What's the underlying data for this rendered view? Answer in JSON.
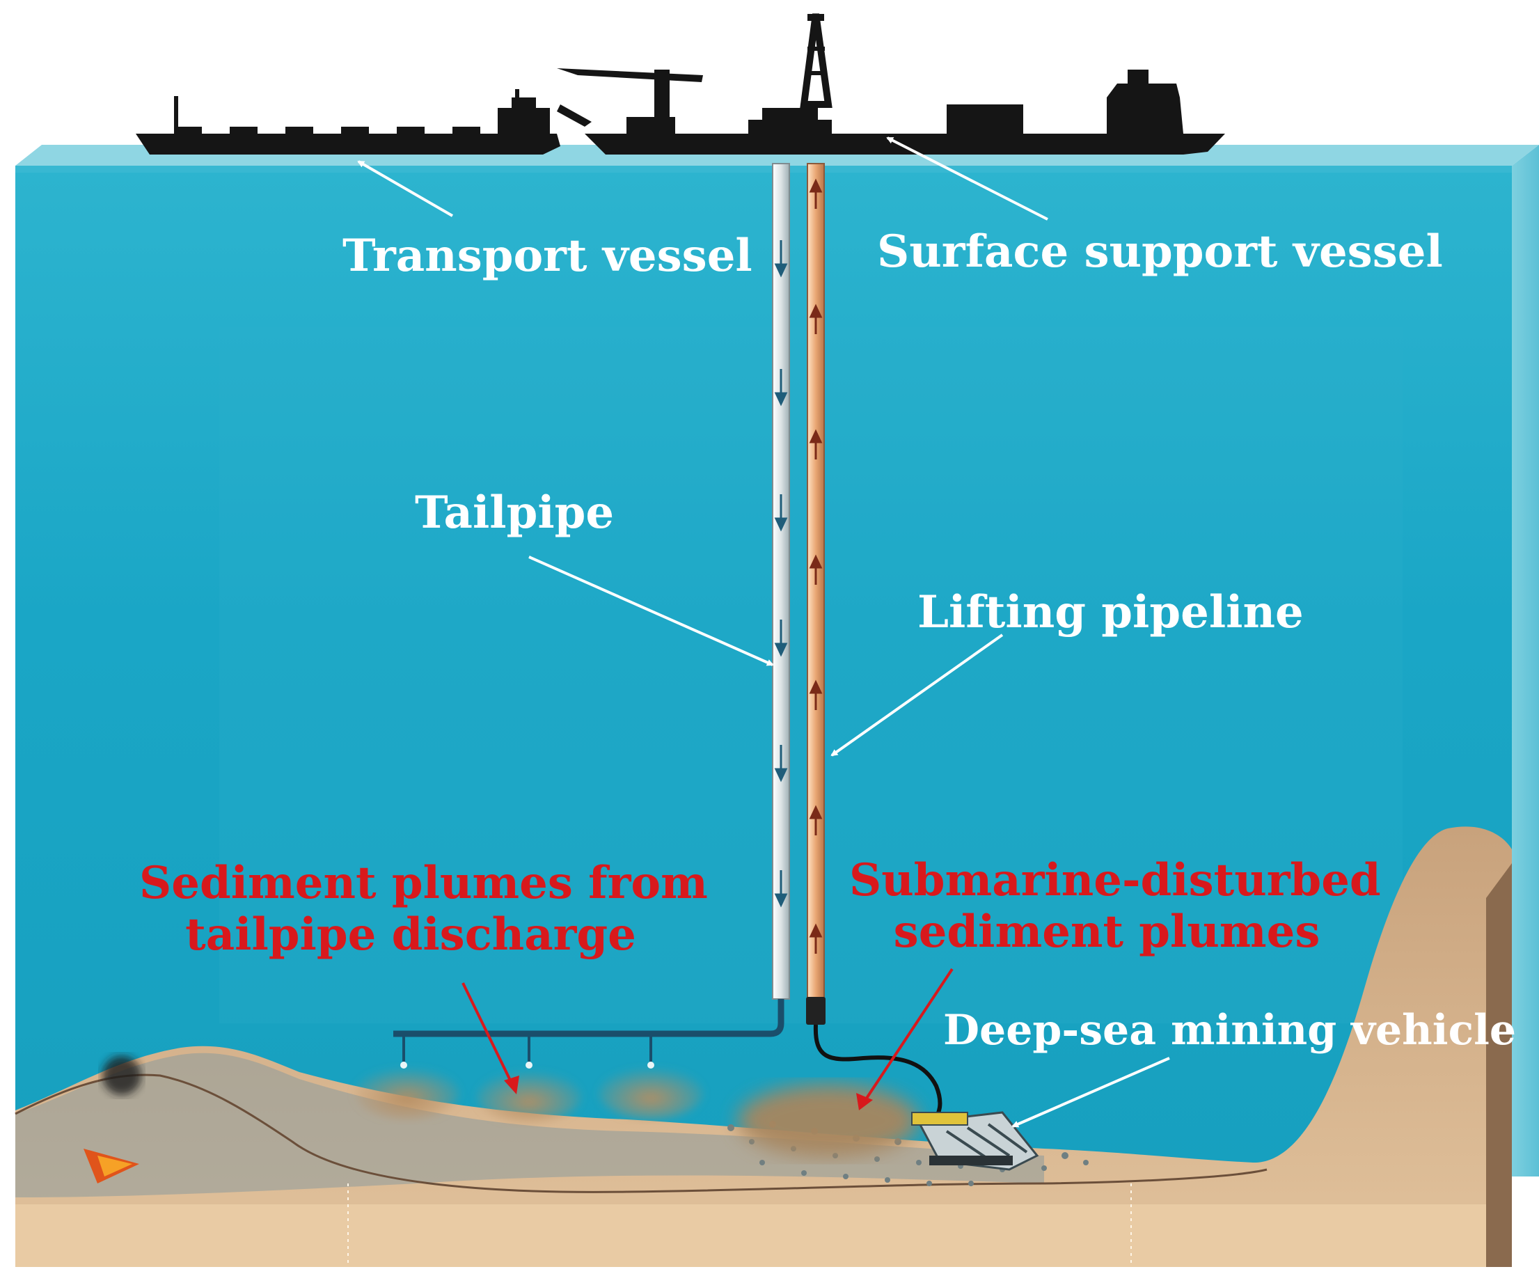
{
  "labels": {
    "transport_vessel": "Transport vessel",
    "surface_support_vessel": "Surface support vessel",
    "tailpipe": "Tailpipe",
    "lifting_pipeline": "Lifting pipeline",
    "plumes_tailpipe_line1": "Sediment plumes from",
    "plumes_tailpipe_line2": "tailpipe discharge",
    "plumes_submarine_line1": "Submarine-disturbed",
    "plumes_submarine_line2": "sediment plumes",
    "mining_vehicle": "Deep-sea mining vehicle"
  },
  "colors": {
    "water": "#1ea9c8",
    "water_deep": "#2fb3cc",
    "ship": "#151515",
    "label_white": "#ffffff",
    "label_red": "#d8191c",
    "tailpipe": "#d5dde0",
    "lifting_pipe": "#e3a57a",
    "seabed_sediment": "#b98f6a",
    "plume": "#b8936a"
  },
  "icons": {
    "transport_ship": "cargo-ship-silhouette",
    "support_ship": "drillship-silhouette",
    "mining_vehicle": "tracked-collector-vehicle"
  }
}
